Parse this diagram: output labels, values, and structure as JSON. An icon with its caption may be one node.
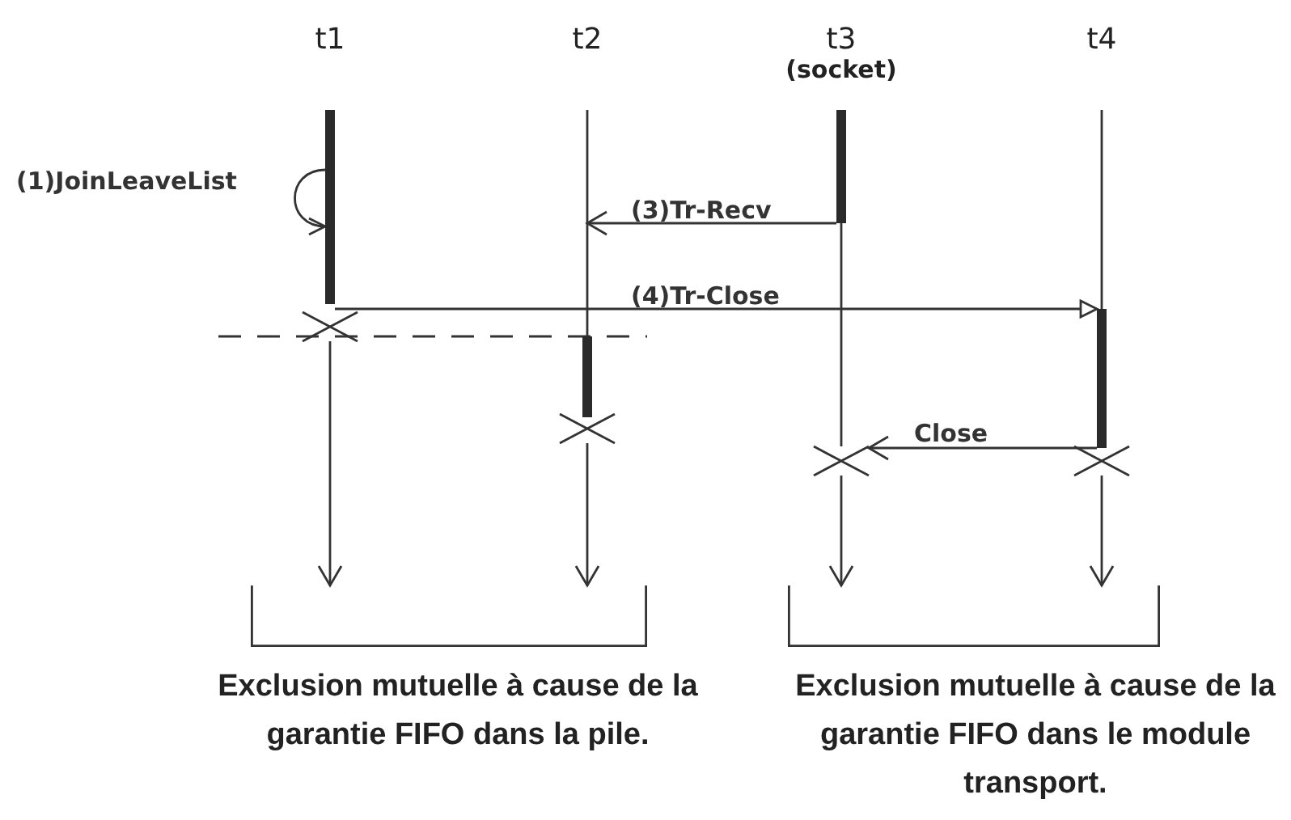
{
  "diagram": {
    "nodes": [
      {
        "text": [
          "t1"
        ]
      },
      {
        "text": [
          "t2"
        ]
      },
      {
        "text": [
          "t3",
          "(socket)"
        ]
      },
      {
        "text": [
          "t4"
        ]
      },
      {
        "text": [],
        "shape": "bar"
      },
      {
        "text": [],
        "shape": "bar"
      },
      {
        "text": [],
        "shape": "bar"
      },
      {
        "text": [],
        "shape": "bar"
      },
      {
        "text": [],
        "shape": "cross"
      },
      {
        "text": [],
        "shape": "cross"
      },
      {
        "text": [],
        "shape": "cross"
      },
      {
        "text": [],
        "shape": "cross"
      },
      {
        "text": [],
        "shape": "bracket"
      },
      {
        "text": [],
        "shape": "bracket"
      }
    ],
    "edges": [
      {
        "from": 4,
        "to": 4,
        "arrow": "to",
        "label": "(1)JoinLeaveList"
      },
      {
        "from": 5,
        "to": null,
        "arrow": "to",
        "label": "(3)Tr-Recv"
      },
      {
        "from": 4,
        "to": 6,
        "arrow": "to",
        "label": "(4)Tr-Close"
      },
      {
        "from": 6,
        "to": 10,
        "arrow": "to",
        "label": "Close"
      },
      {
        "from": 8,
        "to": 12,
        "arrow": "to"
      },
      {
        "from": 9,
        "to": 12,
        "arrow": "to"
      },
      {
        "from": 10,
        "to": 13,
        "arrow": "to"
      },
      {
        "from": 11,
        "to": 13,
        "arrow": "to"
      },
      {
        "from": 1,
        "to": 7,
        "arrow": "none"
      },
      {
        "from": 5,
        "to": 10,
        "arrow": "none"
      },
      {
        "from": 3,
        "to": 6,
        "arrow": "none"
      }
    ],
    "labels": [
      "Exclusion mutuelle à cause de la garantie FIFO dans la pile.",
      "Exclusion mutuelle à cause de la garantie FIFO dans le module transport."
    ]
  }
}
